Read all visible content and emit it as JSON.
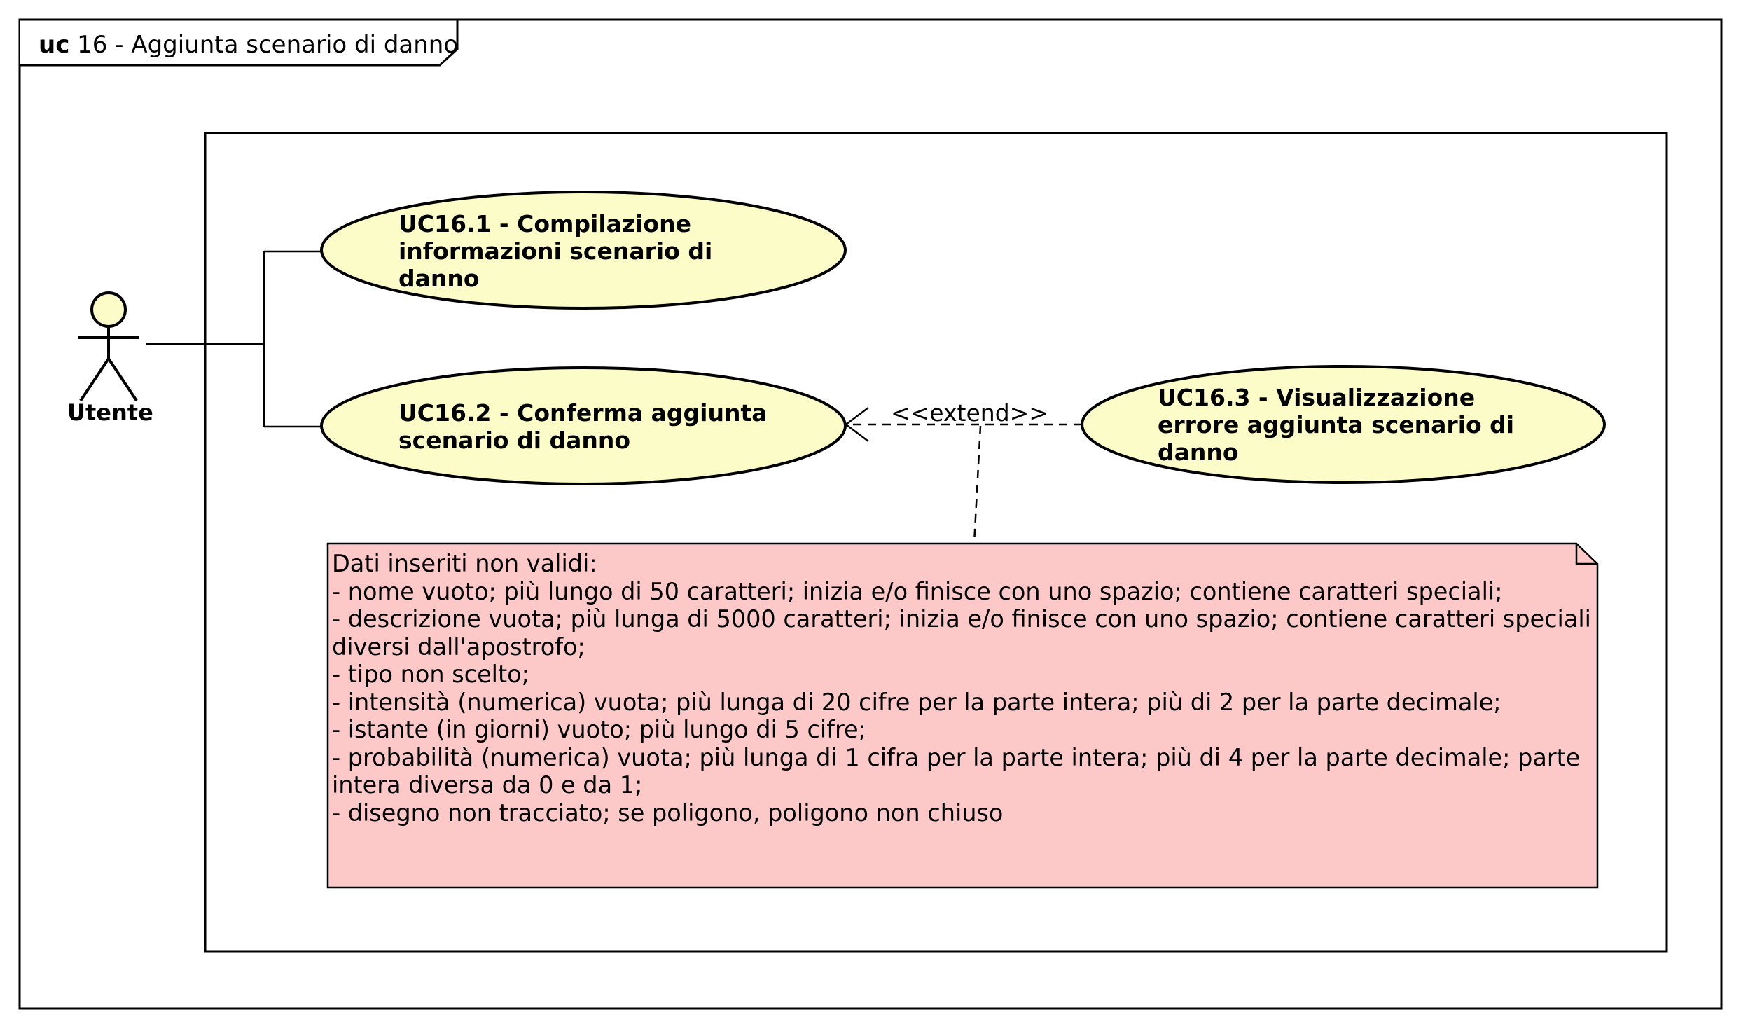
{
  "frame": {
    "keyword": "uc",
    "title": "16 - Aggiunta scenario di danno"
  },
  "actor": {
    "name": "Utente"
  },
  "use_cases": [
    {
      "id": "uc16-1",
      "text": "UC16.1 - Compilazione\ninformazioni scenario di\ndanno"
    },
    {
      "id": "uc16-2",
      "text": "UC16.2 - Conferma aggiunta\nscenario di danno"
    },
    {
      "id": "uc16-3",
      "text": "UC16.3 - Visualizzazione\nerrore aggiunta scenario di\ndanno"
    }
  ],
  "relationship": {
    "stereotype": "<<extend>>"
  },
  "note": {
    "lines": [
      "Dati inseriti non validi:",
      "- nome vuoto; più lungo di 50 caratteri; inizia e/o finisce con uno spazio; contiene caratteri speciali;",
      "- descrizione vuota; più lunga di 5000 caratteri; inizia e/o finisce con uno spazio; contiene caratteri speciali",
      "diversi dall'apostrofo;",
      "- tipo non scelto;",
      "- intensità (numerica) vuota; più lunga di 20 cifre per la parte intera; più di 2 per la parte decimale;",
      "- istante (in giorni) vuoto; più lungo di 5 cifre;",
      "- probabilità (numerica) vuota; più lunga di 1 cifra per la parte intera; più di 4 per la parte decimale; parte",
      "intera diversa da 0 e da 1;",
      "- disegno non tracciato; se poligono, poligono non chiuso"
    ]
  },
  "colors": {
    "use_case_fill": "#fcfcc8",
    "actor_fill": "#fcfcc8",
    "note_fill": "#fcc8c8",
    "stroke": "#000000"
  }
}
